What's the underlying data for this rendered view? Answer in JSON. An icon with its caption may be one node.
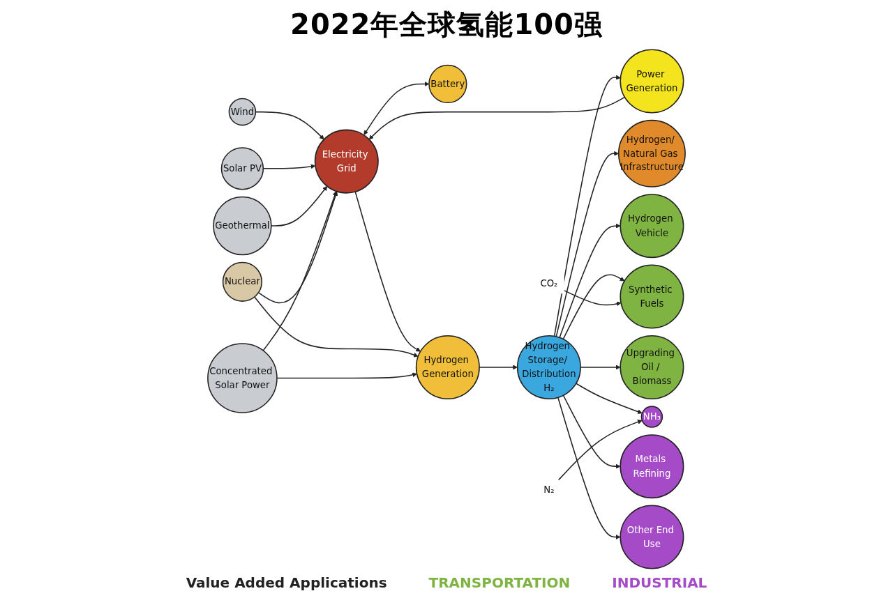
{
  "diagram": {
    "title": "2022年全球氢能100强",
    "nodes": [
      {
        "text": [
          "Wind"
        ]
      },
      {
        "text": [
          "Solar PV"
        ]
      },
      {
        "text": [
          "Geothermal"
        ]
      },
      {
        "text": [
          "Nuclear"
        ]
      },
      {
        "text": [
          "Concentrated Solar Power"
        ]
      },
      {
        "text": [
          "Electricity Grid"
        ]
      },
      {
        "text": [
          "Power Generation"
        ]
      },
      {
        "text": [
          "Battery"
        ]
      },
      {
        "text": [
          "Hydrogen Generation"
        ]
      },
      {
        "text": [
          "Hydrogen Storage/ Distribution",
          "H₂"
        ]
      },
      {
        "text": [
          "Hydrogen/ Natural Gas Infrastructure"
        ]
      },
      {
        "text": [
          "Hydrogen Vehicle"
        ]
      },
      {
        "text": [
          "Synthetic Fuels"
        ]
      },
      {
        "text": [
          "CO₂"
        ]
      },
      {
        "text": [
          "Upgrading Oil / Biomass"
        ]
      },
      {
        "text": [
          "N₂"
        ]
      },
      {
        "text": [
          "NH₃"
        ]
      },
      {
        "text": [
          "Metals Refining"
        ]
      },
      {
        "text": [
          "Other End Use"
        ]
      }
    ],
    "edges": [
      {
        "from": 0,
        "to": 5,
        "arrow": "to"
      },
      {
        "from": 1,
        "to": 5,
        "arrow": "to"
      },
      {
        "from": 2,
        "to": 5,
        "arrow": "to"
      },
      {
        "from": 4,
        "to": 5,
        "arrow": "to"
      },
      {
        "from": 3,
        "to": 5,
        "arrow": "to"
      },
      {
        "from": 6,
        "to": 5,
        "arrow": "to"
      },
      {
        "from": 5,
        "to": 7,
        "arrow": "both"
      },
      {
        "from": 5,
        "to": 8,
        "arrow": "to"
      },
      {
        "from": 3,
        "to": 8,
        "arrow": "to"
      },
      {
        "from": 4,
        "to": 8,
        "arrow": "to"
      },
      {
        "from": 8,
        "to": 9,
        "arrow": "to"
      },
      {
        "from": 9,
        "to": 6,
        "arrow": "to"
      },
      {
        "from": 9,
        "to": 10,
        "arrow": "to"
      },
      {
        "from": 9,
        "to": 11,
        "arrow": "to"
      },
      {
        "from": 9,
        "to": 12,
        "arrow": "to"
      },
      {
        "from": 13,
        "to": 12,
        "arrow": "to"
      },
      {
        "from": 9,
        "to": 14,
        "arrow": "to"
      },
      {
        "from": 9,
        "to": 16,
        "arrow": "to"
      },
      {
        "from": 15,
        "to": 16,
        "arrow": "to"
      },
      {
        "from": 9,
        "to": 17,
        "arrow": "to"
      },
      {
        "from": 9,
        "to": 18,
        "arrow": "to"
      }
    ],
    "labels": [
      "Value Added Applications",
      "TRANSPORTATION",
      "INDUSTRIAL"
    ]
  }
}
